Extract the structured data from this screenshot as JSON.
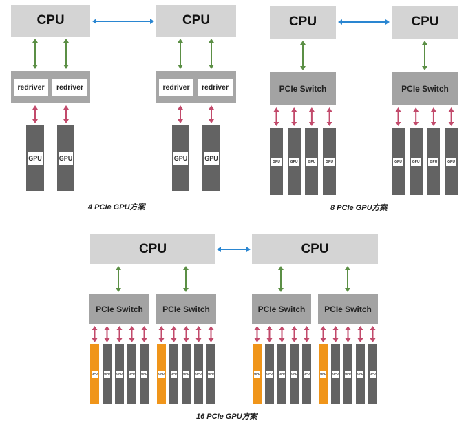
{
  "colors": {
    "cpu_box": "#d4d4d4",
    "container": "#a6a6a6",
    "gpu": "#636363",
    "gpu_highlight": "#f0951a",
    "cpu_cpu_link": "#2a86d1",
    "cpu_down_link": "#5b8f45",
    "gpu_link": "#c24a6b"
  },
  "labels": {
    "cpu": "CPU",
    "redriver": "redriver",
    "switch": "PCIe Switch",
    "gpu": "GPU"
  },
  "diagrams": [
    {
      "id": "4gpu",
      "caption": "4 PCIe GPU方案",
      "cpus": 2,
      "intermediate": "redriver",
      "gpus_per_cpu": 2
    },
    {
      "id": "8gpu",
      "caption": "8 PCIe GPU方案",
      "cpus": 2,
      "intermediate": "PCIe Switch",
      "gpus_per_cpu": 4
    },
    {
      "id": "16gpu",
      "caption": "16 PCIe GPU方案",
      "cpus": 2,
      "intermediate": "PCIe Switch",
      "switches_per_cpu": 2,
      "gpus_per_switch": 5,
      "highlighted_first_slot": true
    }
  ]
}
